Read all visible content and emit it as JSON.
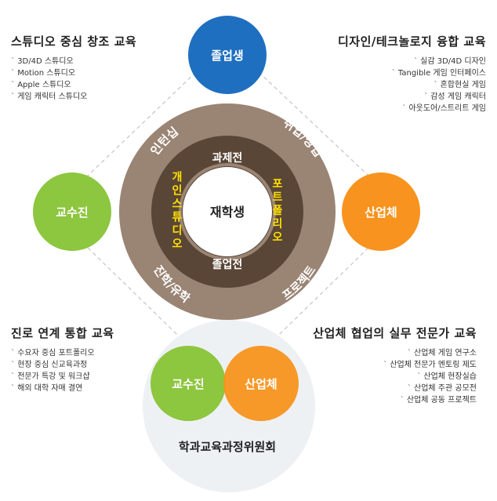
{
  "center": {
    "label": "재학생"
  },
  "inner_ring": {
    "top": "과제전",
    "bottom": "졸업전",
    "left": "개인스튜디오",
    "right": "포트폴리오"
  },
  "outer_ring": {
    "top_left": "인턴십",
    "top_right": "취업/창업",
    "bottom_left": "진학/유학",
    "bottom_right": "프로젝트"
  },
  "nodes": {
    "top": {
      "label": "졸업생",
      "color": "#1f6fc0"
    },
    "left": {
      "label": "교수진",
      "color": "#8dc63f"
    },
    "right": {
      "label": "산업체",
      "color": "#f7931e"
    }
  },
  "committee": {
    "title": "학과교육과정위원회",
    "left": "교수진",
    "right": "산업체"
  },
  "blocks": {
    "top_left": {
      "title": "스튜디오 중심 창조 교육",
      "items": [
        "3D/4D 스튜디오",
        "Motion 스튜디오",
        "Apple 스튜디오",
        "게임 캐릭터 스튜디오"
      ]
    },
    "top_right": {
      "title": "디자인/테크놀로지 융합 교육",
      "items": [
        "실감 3D/4D 디자인",
        "Tangible 게임 인터페이스",
        "혼합현실 게임",
        "감성 게임 캐릭터",
        "아웃도어/스트리트 게임"
      ]
    },
    "bottom_left": {
      "title": "진로 연계 통합 교육",
      "items": [
        "수요자 중심 포트폴리오",
        "현장 중심 신교육과정",
        "전문가 특강 및 워크샵",
        "해외 대학 자매 결연"
      ]
    },
    "bottom_right": {
      "title": "산업체 협업의 실무 전문가 교육",
      "items": [
        "산업체 게임 연구소",
        "산업체 전문가 멘토링 제도",
        "산업체 현장실습",
        "산업체 주관 공모전",
        "산업체 공동 프로젝트"
      ]
    }
  },
  "colors": {
    "outer_ring": "#9a8474",
    "inner_ring": "#5a4636",
    "ring_text": "#ffffff",
    "inner_side_text": "#ffe100",
    "committee_bg": "#eef1f4",
    "connector": "#c8c8c8"
  }
}
